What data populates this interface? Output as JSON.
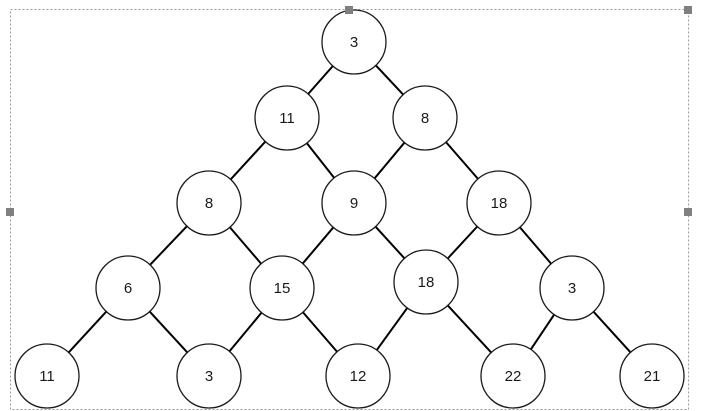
{
  "diagram": {
    "nodes": [
      {
        "id": "r0c0",
        "value": "3"
      },
      {
        "id": "r1c0",
        "value": "11"
      },
      {
        "id": "r1c1",
        "value": "8"
      },
      {
        "id": "r2c0",
        "value": "8"
      },
      {
        "id": "r2c1",
        "value": "9"
      },
      {
        "id": "r2c2",
        "value": "18"
      },
      {
        "id": "r3c0",
        "value": "6"
      },
      {
        "id": "r3c1",
        "value": "15"
      },
      {
        "id": "r3c2",
        "value": "18"
      },
      {
        "id": "r3c3",
        "value": "3"
      },
      {
        "id": "r4c0",
        "value": "11"
      },
      {
        "id": "r4c1",
        "value": "3"
      },
      {
        "id": "r4c2",
        "value": "12"
      },
      {
        "id": "r4c3",
        "value": "22"
      },
      {
        "id": "r4c4",
        "value": "21"
      }
    ],
    "edges": [
      [
        "r0c0",
        "r1c0"
      ],
      [
        "r0c0",
        "r1c1"
      ],
      [
        "r1c0",
        "r2c0"
      ],
      [
        "r1c0",
        "r2c1"
      ],
      [
        "r1c1",
        "r2c1"
      ],
      [
        "r1c1",
        "r2c2"
      ],
      [
        "r2c0",
        "r3c0"
      ],
      [
        "r2c0",
        "r3c1"
      ],
      [
        "r2c1",
        "r3c1"
      ],
      [
        "r2c1",
        "r3c2"
      ],
      [
        "r2c2",
        "r3c2"
      ],
      [
        "r2c2",
        "r3c3"
      ],
      [
        "r3c0",
        "r4c0"
      ],
      [
        "r3c0",
        "r4c1"
      ],
      [
        "r3c1",
        "r4c1"
      ],
      [
        "r3c1",
        "r4c2"
      ],
      [
        "r3c2",
        "r4c2"
      ],
      [
        "r3c2",
        "r4c3"
      ],
      [
        "r3c3",
        "r4c3"
      ],
      [
        "r3c3",
        "r4c4"
      ]
    ],
    "colors": {
      "node_fill": "#ffffff",
      "node_stroke": "#1a1a1a",
      "edge": "#000000",
      "text": "#1a1a1a",
      "selection_border": "#9a9a9a",
      "handle": "#808080"
    }
  }
}
